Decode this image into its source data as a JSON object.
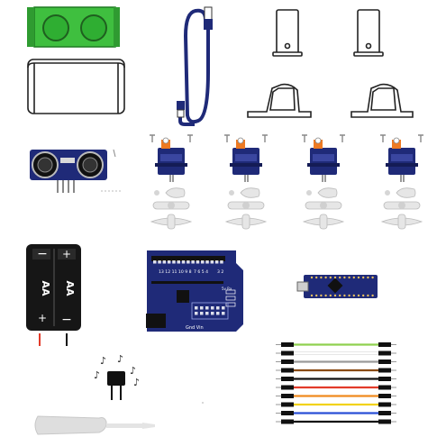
{
  "colors": {
    "navy": "#1f2a78",
    "navy_dark": "#141c55",
    "green": "#3fbf3f",
    "green_dark": "#1f7a22",
    "orange": "#ee7a22",
    "black": "#161616",
    "outline": "#222222",
    "gray": "#d8d8d8",
    "wire_colors": [
      "#8fd14f",
      "#ffffff",
      "#9a9a9a",
      "#8a4b14",
      "#111111",
      "#e23b2a",
      "#f08a1f",
      "#f2d21b",
      "#2a4fd6",
      "#111111"
    ]
  },
  "battery": {
    "label_left": "AA",
    "label_right": "AA",
    "plus": "+",
    "minus": "−"
  },
  "shield": {
    "pin_numbers": "13 12 11 10 9 8",
    "pin_numbers_2": "7 6  5 4",
    "pin_numbers_3": "3 2",
    "power_label": "Gnd Vin",
    "misc_label": "5v Rx"
  },
  "parts": {
    "icons": [
      "green-enclosure-top-icon",
      "white-enclosure-bottom-icon",
      "usb-cable-icon",
      "bracket-upright-icon",
      "bracket-base-icon",
      "ultrasonic-sensor-icon",
      "servo-motor-icon",
      "servo-horn-icon",
      "battery-holder-icon",
      "sensor-shield-board-icon",
      "arduino-nano-icon",
      "buzzer-icon",
      "jumper-wires-icon",
      "screwdriver-icon"
    ]
  }
}
